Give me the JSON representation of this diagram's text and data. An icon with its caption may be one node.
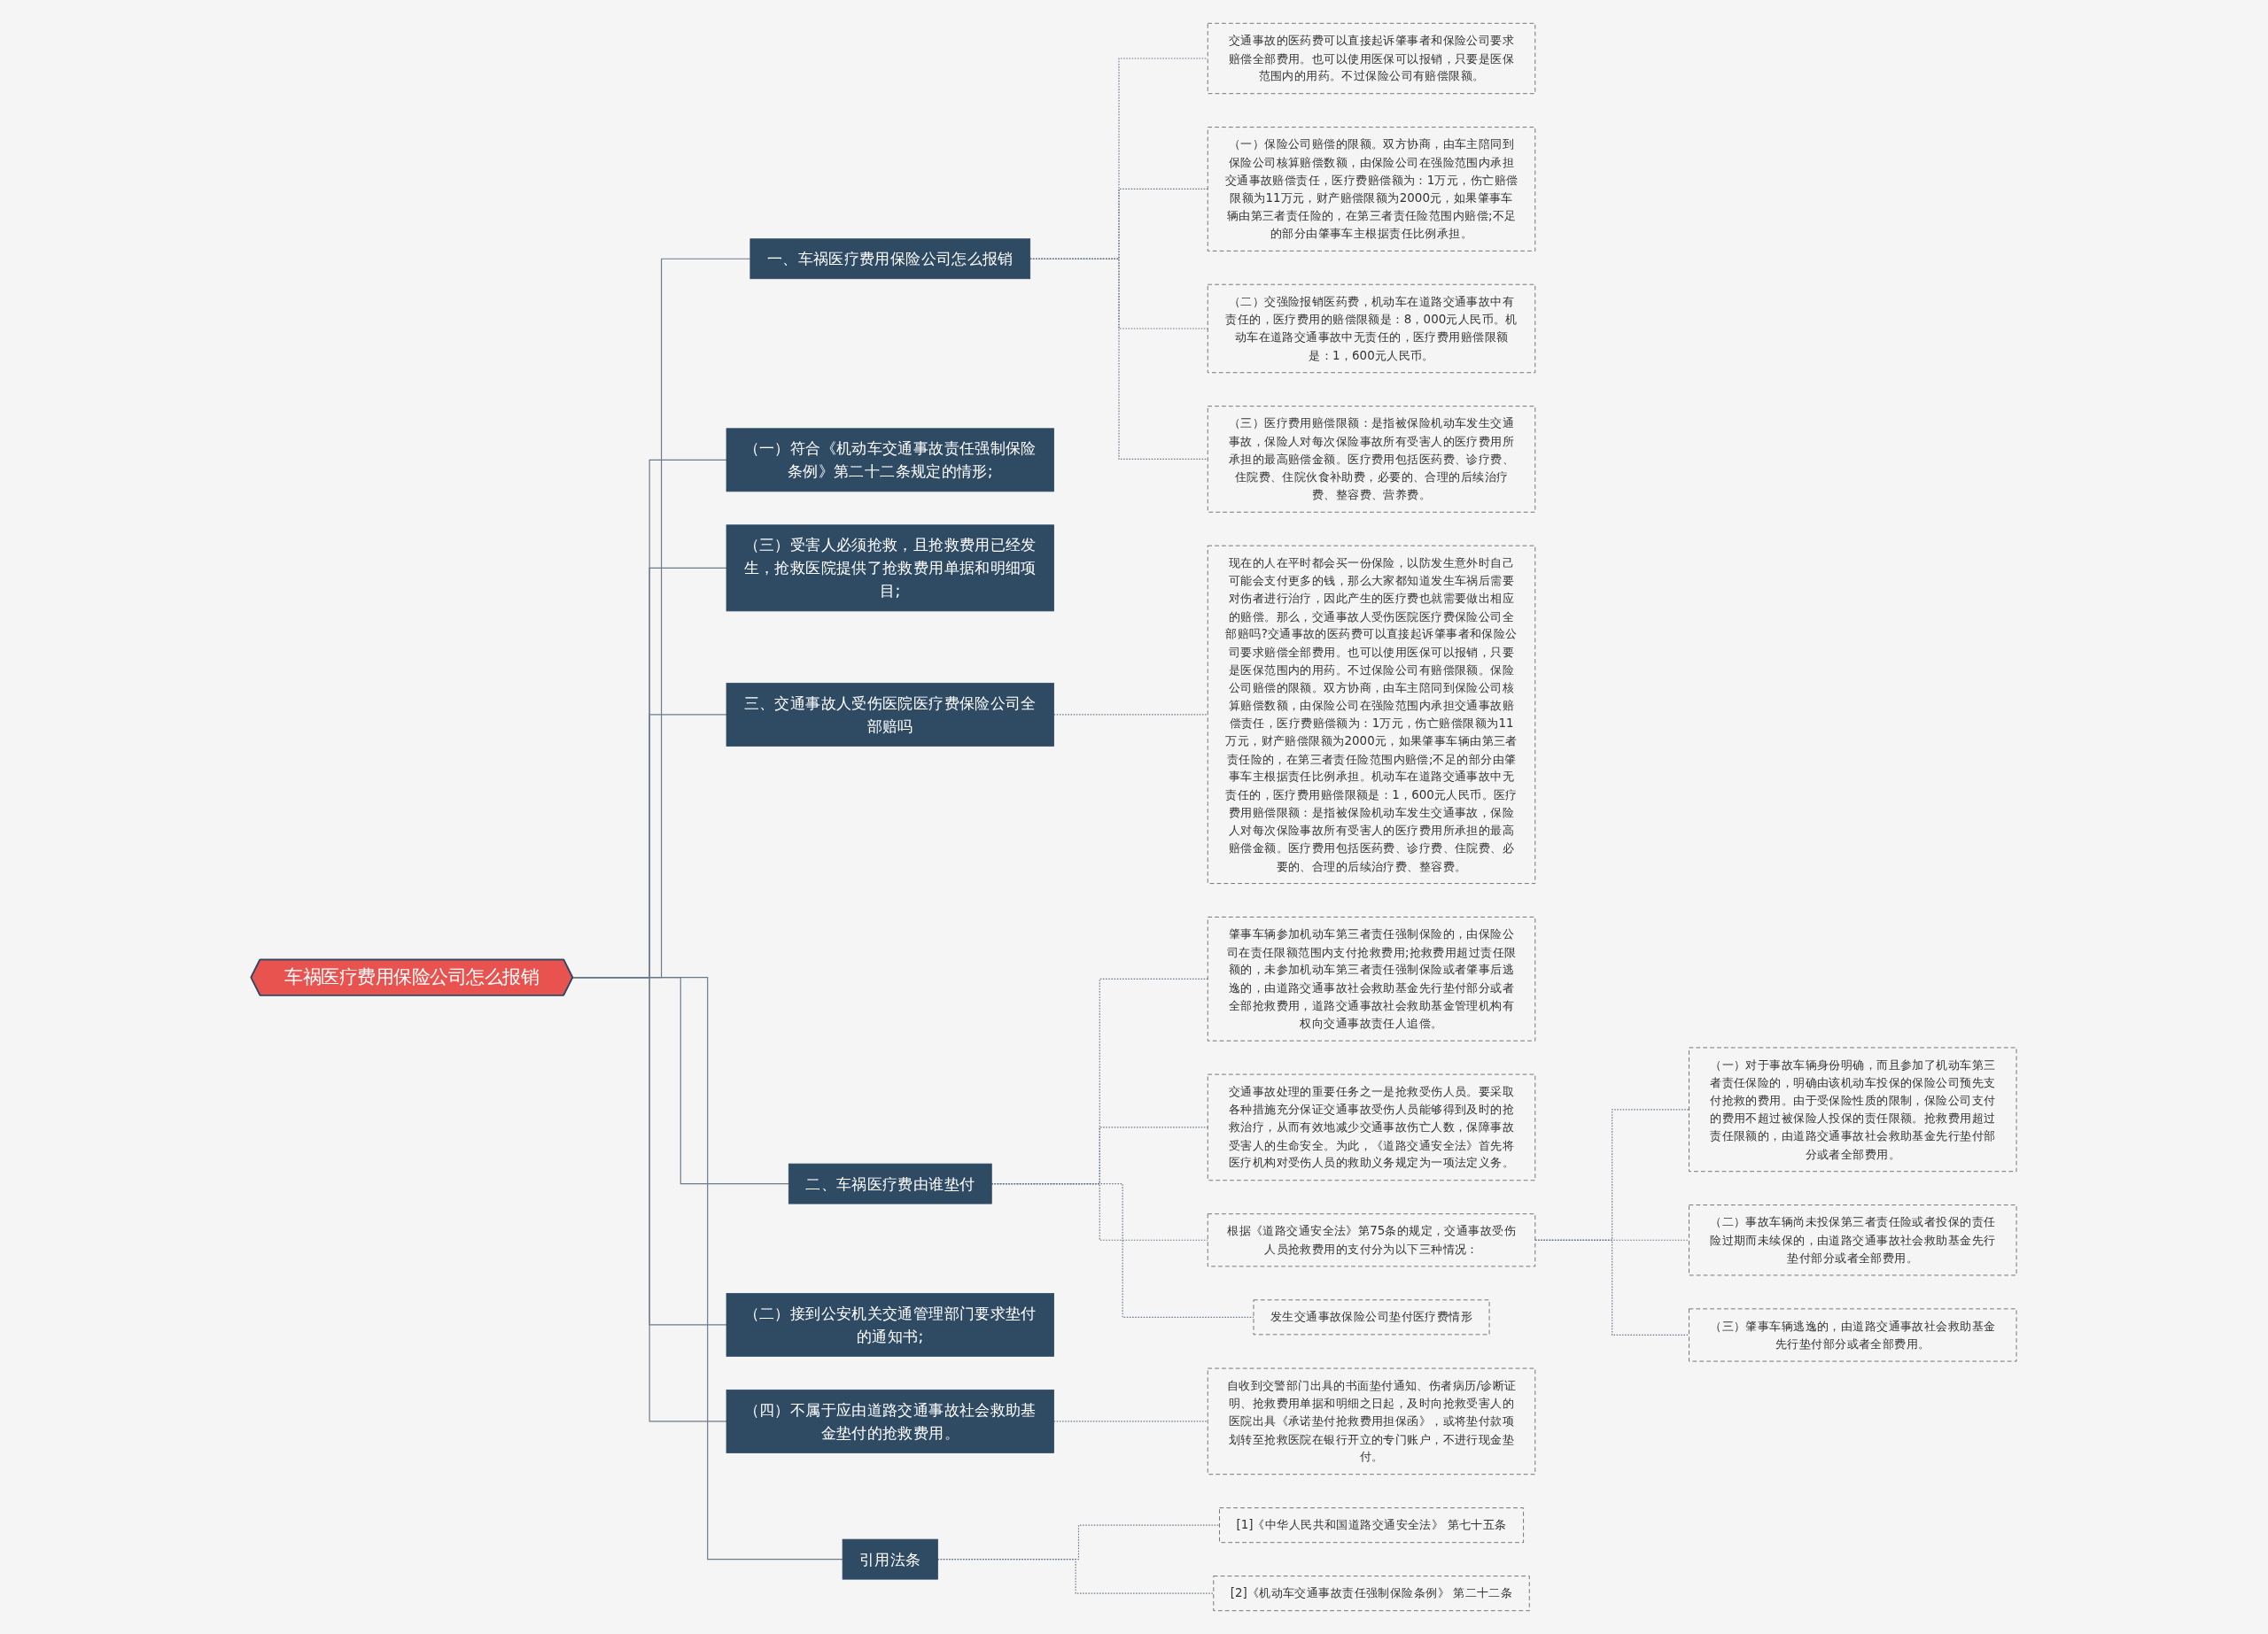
{
  "diagram": {
    "nodes": [
      {
        "text": [
          "车祸医疗费用保险公司怎么报销"
        ]
      },
      {
        "text": [
          "一、车祸医疗费用保险公司怎么报销"
        ]
      },
      {
        "text": [
          "交通事故的医药费可以直接起诉肇事者和保险公司要求赔偿全部费用。也可以使用医保可以报销，只要是医保范围内的用药。不过保险公司有赔偿限额。"
        ]
      },
      {
        "text": [
          "（一）保险公司赔偿的限额。双方协商，由车主陪同到保险公司核算赔偿数额，由保险公司在强险范围内承担交通事故赔偿责任，医疗费赔偿额为：1万元，伤亡赔偿限额为11万元，财产赔偿限额为2000元，如果肇事车辆由第三者责任险的，在第三者责任险范围内赔偿;不足的部分由肇事车主根据责任比例承担。"
        ]
      },
      {
        "text": [
          "（二）交强险报销医药费，机动车在道路交通事故中有责任的，医疗费用的赔偿限额是：8，000元人民币。机动车在道路交通事故中无责任的，医疗费用赔偿限额是：1，600元人民币。"
        ]
      },
      {
        "text": [
          "（三）医疗费用赔偿限额：是指被保险机动车发生交通事故，保险人对每次保险事故所有受害人的医疗费用所承担的最高赔偿金额。医疗费用包括医药费、诊疗费、住院费、住院伙食补助费，必要的、合理的后续治疗费、整容费、营养费。"
        ]
      },
      {
        "text": [
          "（一）符合《机动车交通事故责任强制保险条例》第二十二条规定的情形;"
        ]
      },
      {
        "text": [
          "（三）受害人必须抢救，且抢救费用已经发生，抢救医院提供了抢救费用单据和明细项目;"
        ]
      },
      {
        "text": [
          "三、交通事故人受伤医院医疗费保险公司全部赔吗"
        ]
      },
      {
        "text": [
          "现在的人在平时都会买一份保险，以防发生意外时自己可能会支付更多的钱，那么大家都知道发生车祸后需要对伤者进行治疗，因此产生的医疗费也就需要做出相应的赔偿。那么，交通事故人受伤医院医疗费保险公司全部赔吗?交通事故的医药费可以直接起诉肇事者和保险公司要求赔偿全部费用。也可以使用医保可以报销，只要是医保范围内的用药。不过保险公司有赔偿限额。保险公司赔偿的限额。双方协商，由车主陪同到保险公司核算赔偿数额，由保险公司在强险范围内承担交通事故赔偿责任，医疗费赔偿额为：1万元，伤亡赔偿限额为11万元，财产赔偿限额为2000元，如果肇事车辆由第三者责任险的，在第三者责任险范围内赔偿;不足的部分由肇事车主根据责任比例承担。机动车在道路交通事故中无责任的，医疗费用赔偿限额是：1，600元人民币。医疗费用赔偿限额：是指被保险机动车发生交通事故，保险人对每次保险事故所有受害人的医疗费用所承担的最高赔偿金额。医疗费用包括医药费、诊疗费、住院费、必要的、合理的后续治疗费、整容费。"
        ]
      },
      {
        "text": [
          "二、车祸医疗费由谁垫付"
        ]
      },
      {
        "text": [
          "肇事车辆参加机动车第三者责任强制保险的，由保险公司在责任限额范围内支付抢救费用;抢救费用超过责任限额的，未参加机动车第三者责任强制保险或者肇事后逃逸的，由道路交通事故社会救助基金先行垫付部分或者全部抢救费用，道路交通事故社会救助基金管理机构有权向交通事故责任人追偿。"
        ]
      },
      {
        "text": [
          "交通事故处理的重要任务之一是抢救受伤人员。要采取各种措施充分保证交通事故受伤人员能够得到及时的抢救治疗，从而有效地减少交通事故伤亡人数，保障事故受害人的生命安全。为此，《道路交通安全法》首先将医疗机构对受伤人员的救助义务规定为一项法定义务。"
        ]
      },
      {
        "text": [
          "根据《道路交通安全法》第75条的规定，交通事故受伤人员抢救费用的支付分为以下三种情况："
        ]
      },
      {
        "text": [
          "（一）对于事故车辆身份明确，而且参加了机动车第三者责任保险的，明确由该机动车投保的保险公司预先支付抢救的费用。由于受保险性质的限制，保险公司支付的费用不超过被保险人投保的责任限额。抢救费用超过责任限额的，由道路交通事故社会救助基金先行垫付部分或者全部费用。"
        ]
      },
      {
        "text": [
          "（二）事故车辆尚未投保第三者责任险或者投保的责任险过期而未续保的，由道路交通事故社会救助基金先行垫付部分或者全部费用。"
        ]
      },
      {
        "text": [
          "（三）肇事车辆逃逸的，由道路交通事故社会救助基金先行垫付部分或者全部费用。"
        ]
      },
      {
        "text": [
          "发生交通事故保险公司垫付医疗费情形"
        ]
      },
      {
        "text": [
          "（二）接到公安机关交通管理部门要求垫付的通知书;"
        ]
      },
      {
        "text": [
          "（四）不属于应由道路交通事故社会救助基金垫付的抢救费用。"
        ]
      },
      {
        "text": [
          "自收到交警部门出具的书面垫付通知、伤者病历/诊断证明、抢救费用单据和明细之日起，及时向抢救受害人的医院出具《承诺垫付抢救费用担保函》，或将垫付款项划转至抢救医院在银行开立的专门账户，不进行现金垫付。"
        ]
      },
      {
        "text": [
          "引用法条"
        ]
      },
      {
        "text": [
          "[1]《中华人民共和国道路交通安全法》 第七十五条"
        ]
      },
      {
        "text": [
          "[2]《机动车交通事故责任强制保险条例》 第二十二条"
        ]
      }
    ],
    "edges": [
      {
        "from": 0,
        "to": 1,
        "arrow": "none"
      },
      {
        "from": 1,
        "to": 2,
        "arrow": "none",
        "style": "dashed"
      },
      {
        "from": 1,
        "to": 3,
        "arrow": "none",
        "style": "dashed"
      },
      {
        "from": 1,
        "to": 4,
        "arrow": "none",
        "style": "dashed"
      },
      {
        "from": 1,
        "to": 5,
        "arrow": "none",
        "style": "dashed"
      },
      {
        "from": 0,
        "to": 6,
        "arrow": "none"
      },
      {
        "from": 0,
        "to": 7,
        "arrow": "none"
      },
      {
        "from": 0,
        "to": 8,
        "arrow": "none"
      },
      {
        "from": 8,
        "to": 9,
        "arrow": "none",
        "style": "dashed"
      },
      {
        "from": 0,
        "to": 10,
        "arrow": "none"
      },
      {
        "from": 10,
        "to": 11,
        "arrow": "none",
        "style": "dashed"
      },
      {
        "from": 10,
        "to": 12,
        "arrow": "none",
        "style": "dashed"
      },
      {
        "from": 10,
        "to": 13,
        "arrow": "none",
        "style": "dashed"
      },
      {
        "from": 13,
        "to": 14,
        "arrow": "none",
        "style": "dashed"
      },
      {
        "from": 13,
        "to": 15,
        "arrow": "none",
        "style": "dashed"
      },
      {
        "from": 13,
        "to": 16,
        "arrow": "none",
        "style": "dashed"
      },
      {
        "from": 10,
        "to": 17,
        "arrow": "none",
        "style": "dashed"
      },
      {
        "from": 0,
        "to": 18,
        "arrow": "none"
      },
      {
        "from": 0,
        "to": 19,
        "arrow": "none"
      },
      {
        "from": 19,
        "to": 20,
        "arrow": "none",
        "style": "dashed"
      },
      {
        "from": 0,
        "to": 21,
        "arrow": "none"
      },
      {
        "from": 21,
        "to": 22,
        "arrow": "none",
        "style": "dashed"
      },
      {
        "from": 21,
        "to": 23,
        "arrow": "none",
        "style": "dashed"
      }
    ]
  }
}
